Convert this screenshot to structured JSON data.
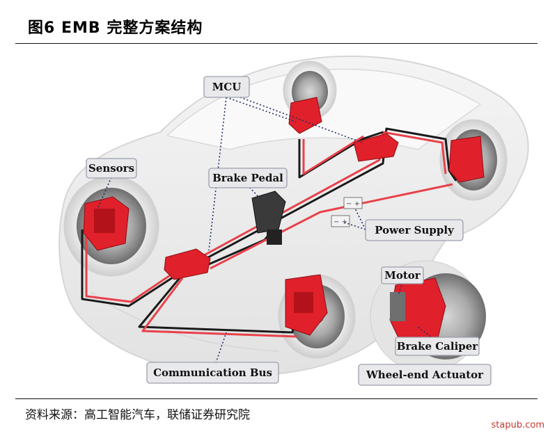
{
  "figure": {
    "title": "图6   EMB 完整方案结构",
    "source": "资料来源：高工智能汽车，联储证券研究院",
    "watermark": "stapub.com"
  },
  "labels": {
    "mcu": "MCU",
    "sensors": "Sensors",
    "brake_pedal": "Brake Pedal",
    "power_supply": "Power Supply",
    "communication_bus": "Communication Bus",
    "wheel_end_actuator": "Wheel-end Actuator",
    "motor": "Motor",
    "brake_caliper": "Brake Caliper"
  },
  "colors": {
    "caliper_red": "#e0202a",
    "wire_red": "#e8414a",
    "wire_black": "#1a1a1a",
    "callout_fill": "#e9e9ec",
    "callout_stroke": "#9aa0ab",
    "dotted_line": "#1f2d6b"
  }
}
